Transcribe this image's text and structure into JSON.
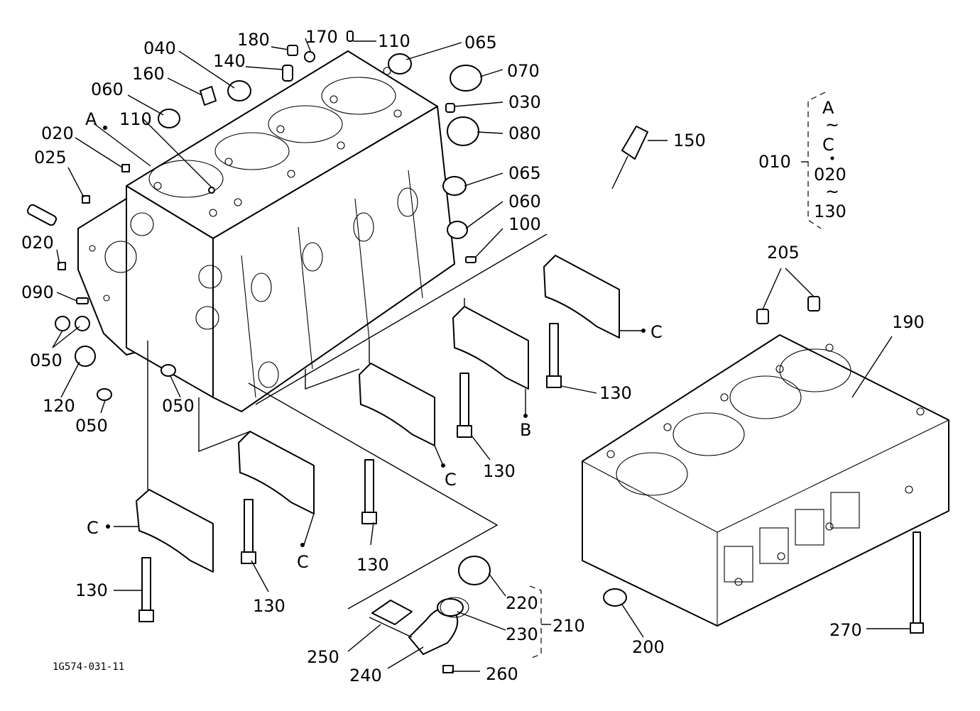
{
  "colors": {
    "ink": "#000000",
    "paper": "#ffffff"
  },
  "drawing_code": "1G574-031-11",
  "assembly_key": {
    "number": "010",
    "includes": [
      "A",
      "~",
      "C",
      "・",
      "020",
      "~",
      "130"
    ]
  },
  "labels": [
    {
      "id": "l180",
      "text": "180"
    },
    {
      "id": "l170",
      "text": "170"
    },
    {
      "id": "l110a",
      "text": "110"
    },
    {
      "id": "l065a",
      "text": "065"
    },
    {
      "id": "l040",
      "text": "040"
    },
    {
      "id": "l140",
      "text": "140"
    },
    {
      "id": "l070",
      "text": "070"
    },
    {
      "id": "l160",
      "text": "160"
    },
    {
      "id": "l030",
      "text": "030"
    },
    {
      "id": "l060a",
      "text": "060"
    },
    {
      "id": "lA",
      "text": "A"
    },
    {
      "id": "l110b",
      "text": "110"
    },
    {
      "id": "l080",
      "text": "080"
    },
    {
      "id": "l020a",
      "text": "020"
    },
    {
      "id": "l150",
      "text": "150"
    },
    {
      "id": "l025",
      "text": "025"
    },
    {
      "id": "l065b",
      "text": "065"
    },
    {
      "id": "l060b",
      "text": "060"
    },
    {
      "id": "l100",
      "text": "100"
    },
    {
      "id": "l020b",
      "text": "020"
    },
    {
      "id": "l205",
      "text": "205"
    },
    {
      "id": "l090",
      "text": "090"
    },
    {
      "id": "l190",
      "text": "190"
    },
    {
      "id": "lC1",
      "text": "C"
    },
    {
      "id": "l050a",
      "text": "050"
    },
    {
      "id": "l130a",
      "text": "130"
    },
    {
      "id": "l120",
      "text": "120"
    },
    {
      "id": "l050b",
      "text": "050"
    },
    {
      "id": "l050c",
      "text": "050"
    },
    {
      "id": "lB",
      "text": "B"
    },
    {
      "id": "l130b",
      "text": "130"
    },
    {
      "id": "lC2",
      "text": "C"
    },
    {
      "id": "lC3",
      "text": "C"
    },
    {
      "id": "lC4",
      "text": "C"
    },
    {
      "id": "l130c",
      "text": "130"
    },
    {
      "id": "l130d",
      "text": "130"
    },
    {
      "id": "l130e",
      "text": "130"
    },
    {
      "id": "l220",
      "text": "220"
    },
    {
      "id": "l210",
      "text": "210"
    },
    {
      "id": "l230",
      "text": "230"
    },
    {
      "id": "l200",
      "text": "200"
    },
    {
      "id": "l270",
      "text": "270"
    },
    {
      "id": "l250",
      "text": "250"
    },
    {
      "id": "l240",
      "text": "240"
    },
    {
      "id": "l260",
      "text": "260"
    }
  ]
}
